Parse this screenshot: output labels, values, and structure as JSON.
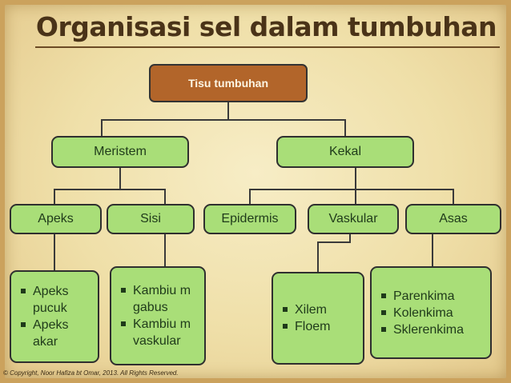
{
  "title": "Organisasi sel dalam tumbuhan",
  "root": "Tisu tumbuhan",
  "level1": [
    "Meristem",
    "Kekal"
  ],
  "level2": [
    "Apeks",
    "Sisi",
    "Epidermis",
    "Vaskular",
    "Asas"
  ],
  "leaves": {
    "apeks": [
      "Apeks pucuk",
      "Apeks akar"
    ],
    "sisi": [
      "Kambiu m gabus",
      "Kambiu m vaskular"
    ],
    "vaskular": [
      "Xilem",
      "Floem"
    ],
    "asas": [
      "Parenkima",
      "Kolenkima",
      "Sklerenkima"
    ]
  },
  "copyright": "© Copyright, Noor Hafiza bt Omar, 2013. All Rights Reserved.",
  "colors": {
    "node": "#a9de78",
    "root": "#b2652a",
    "title": "#4a3318"
  }
}
